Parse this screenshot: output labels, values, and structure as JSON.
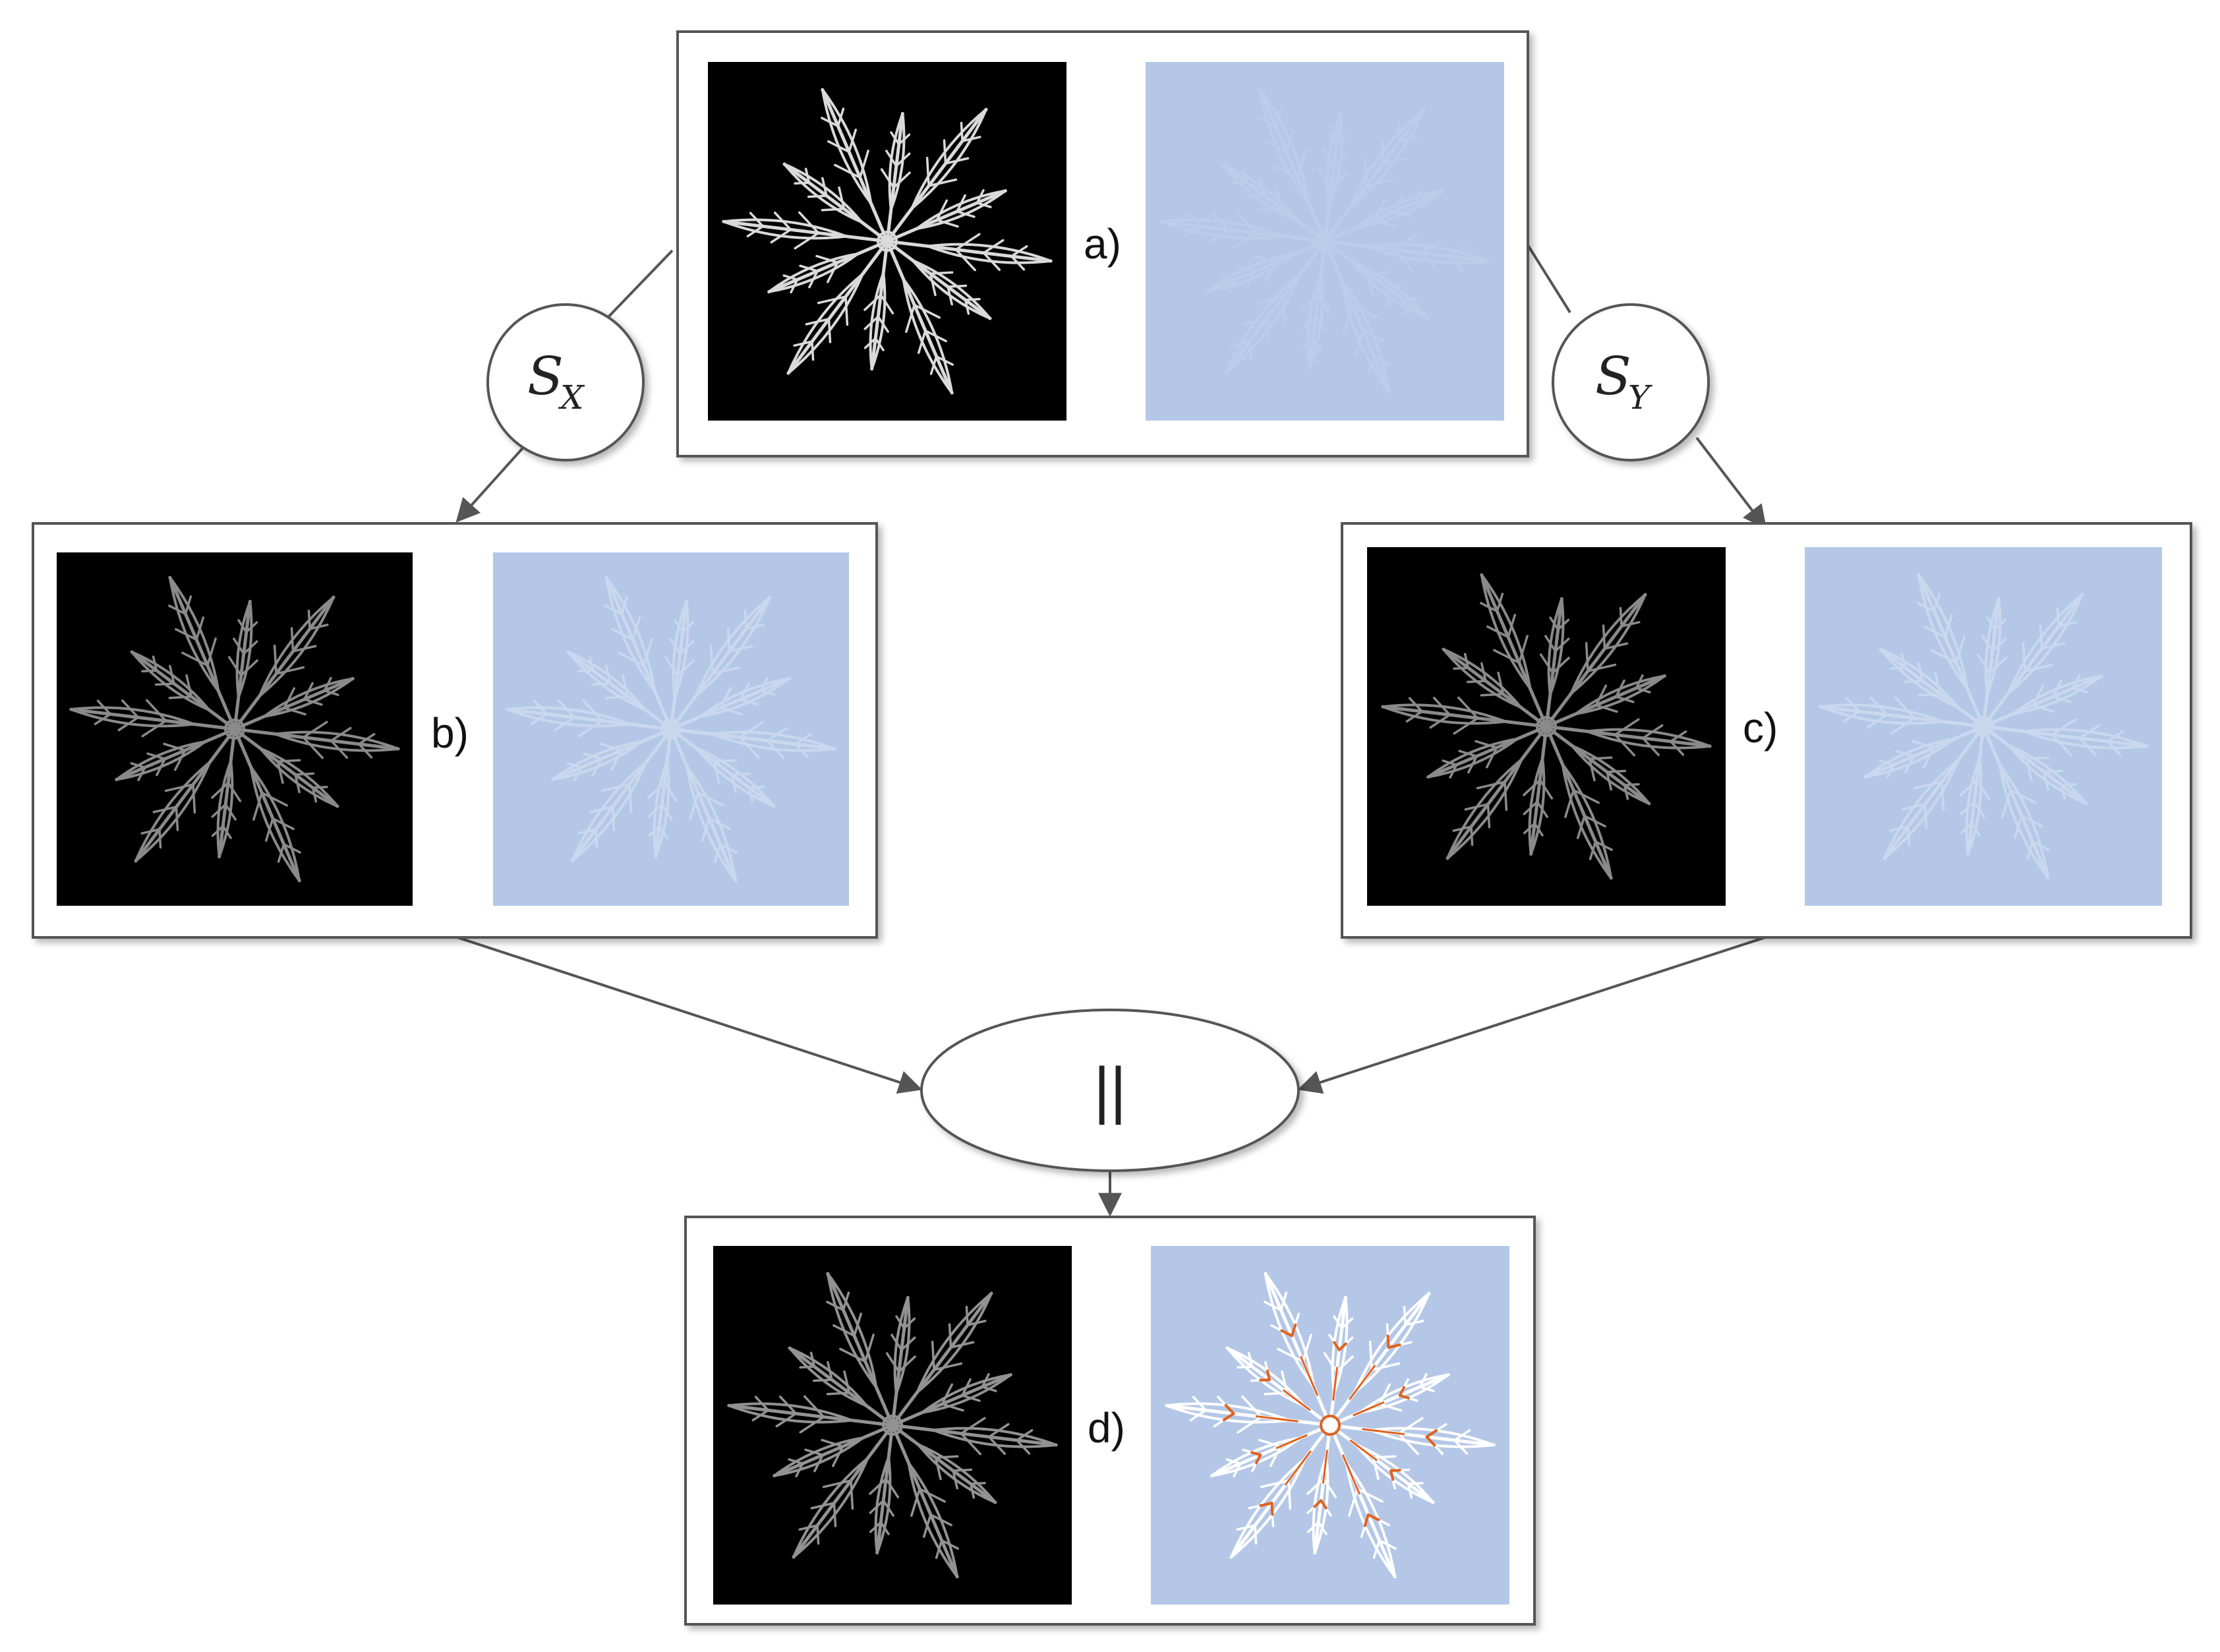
{
  "colors": {
    "panel_border": "#555555",
    "image_black": "#000000",
    "image_blue": "#b4c7e7",
    "flake_bright": "#e6e6e6",
    "flake_gray": "#9a9a9a",
    "flake_on_blue_faint": "#c4d3ec",
    "flake_on_blue_light": "#d2def1",
    "flake_on_blue_white": "#ffffff",
    "highlight_orange": "#e0621c",
    "arrow": "#555555"
  },
  "panels": [
    {
      "id": "a",
      "label": "a)"
    },
    {
      "id": "b",
      "label": "b)"
    },
    {
      "id": "c",
      "label": "c)"
    },
    {
      "id": "d",
      "label": "d)"
    }
  ],
  "operators": {
    "sx": {
      "symbol": "S",
      "subscript": "X"
    },
    "sy": {
      "symbol": "S",
      "subscript": "Y"
    },
    "magnitude": {
      "symbol": "||"
    }
  },
  "icons": {
    "snowflake": "snowflake-icon",
    "arrow": "arrow-icon"
  }
}
